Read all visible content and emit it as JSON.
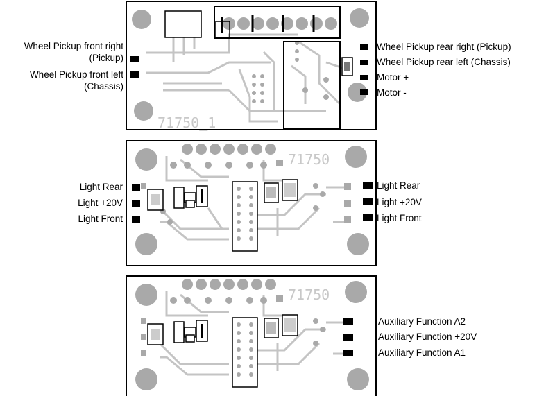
{
  "boards": [
    {
      "id": "motor",
      "silkscreen": "71750_1",
      "left_labels": [
        {
          "text": "Wheel Pickup front right\n(Pickup)"
        },
        {
          "text": "Wheel Pickup front left\n(Chassis)"
        }
      ],
      "right_labels": [
        {
          "text": "Wheel Pickup rear right (Pickup)"
        },
        {
          "text": "Wheel Pickup rear left (Chassis)"
        },
        {
          "text": "Motor +"
        },
        {
          "text": "Motor -"
        }
      ]
    },
    {
      "id": "light",
      "silkscreen": "71750",
      "left_labels": [
        {
          "text": "Light Rear"
        },
        {
          "text": "Light +20V"
        },
        {
          "text": "Light Front"
        }
      ],
      "right_labels": [
        {
          "text": "Light Rear"
        },
        {
          "text": "Light +20V"
        },
        {
          "text": "Light Front"
        }
      ]
    },
    {
      "id": "aux",
      "silkscreen": "71750",
      "left_labels": [],
      "right_labels": [
        {
          "text": "Auxiliary Function A2"
        },
        {
          "text": "Auxiliary Function +20V"
        },
        {
          "text": "Auxiliary Function A1"
        }
      ]
    }
  ],
  "colors": {
    "trace": "#bdbdbd",
    "pad": "#a9a9a9",
    "outline": "#000000",
    "board_bg": "#ffffff"
  }
}
